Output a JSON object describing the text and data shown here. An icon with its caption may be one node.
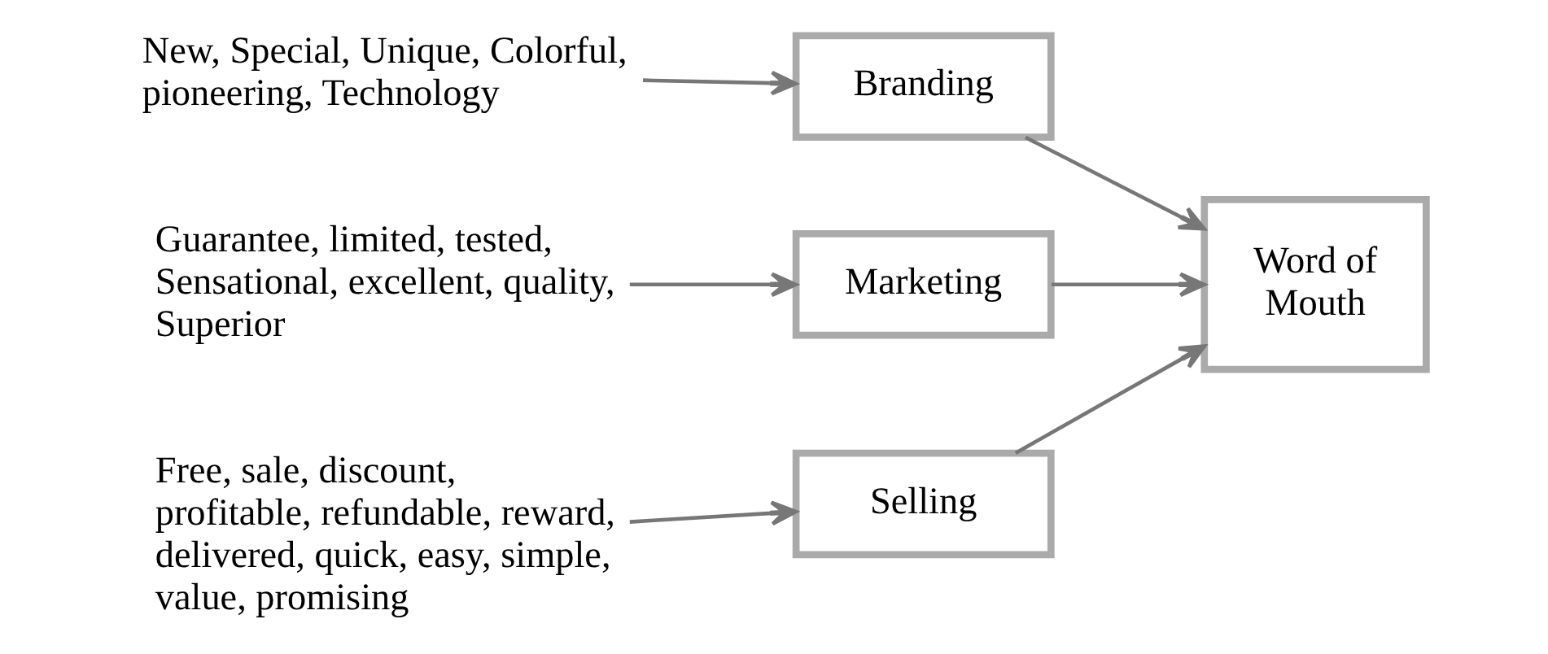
{
  "diagram": {
    "nodes": [
      {
        "text": [
          "New, Special, Unique, Colorful, pioneering, Technology"
        ]
      },
      {
        "text": [
          "Branding"
        ]
      },
      {
        "text": [
          "Guarantee, limited, tested, Sensational, excellent, quality, Superior"
        ]
      },
      {
        "text": [
          "Marketing"
        ]
      },
      {
        "text": [
          "Free, sale, discount, profitable, refundable, reward, delivered, quick, easy, simple, value, promising"
        ]
      },
      {
        "text": [
          "Selling"
        ]
      },
      {
        "text": [
          "Word of Mouth"
        ]
      }
    ],
    "edges": [
      {
        "from": 0,
        "to": 1,
        "arrow": "to"
      },
      {
        "from": 2,
        "to": 3,
        "arrow": "to"
      },
      {
        "from": 4,
        "to": 5,
        "arrow": "to"
      },
      {
        "from": 1,
        "to": 6,
        "arrow": "to"
      },
      {
        "from": 3,
        "to": 6,
        "arrow": "to"
      },
      {
        "from": 5,
        "to": 6,
        "arrow": "to"
      }
    ]
  }
}
